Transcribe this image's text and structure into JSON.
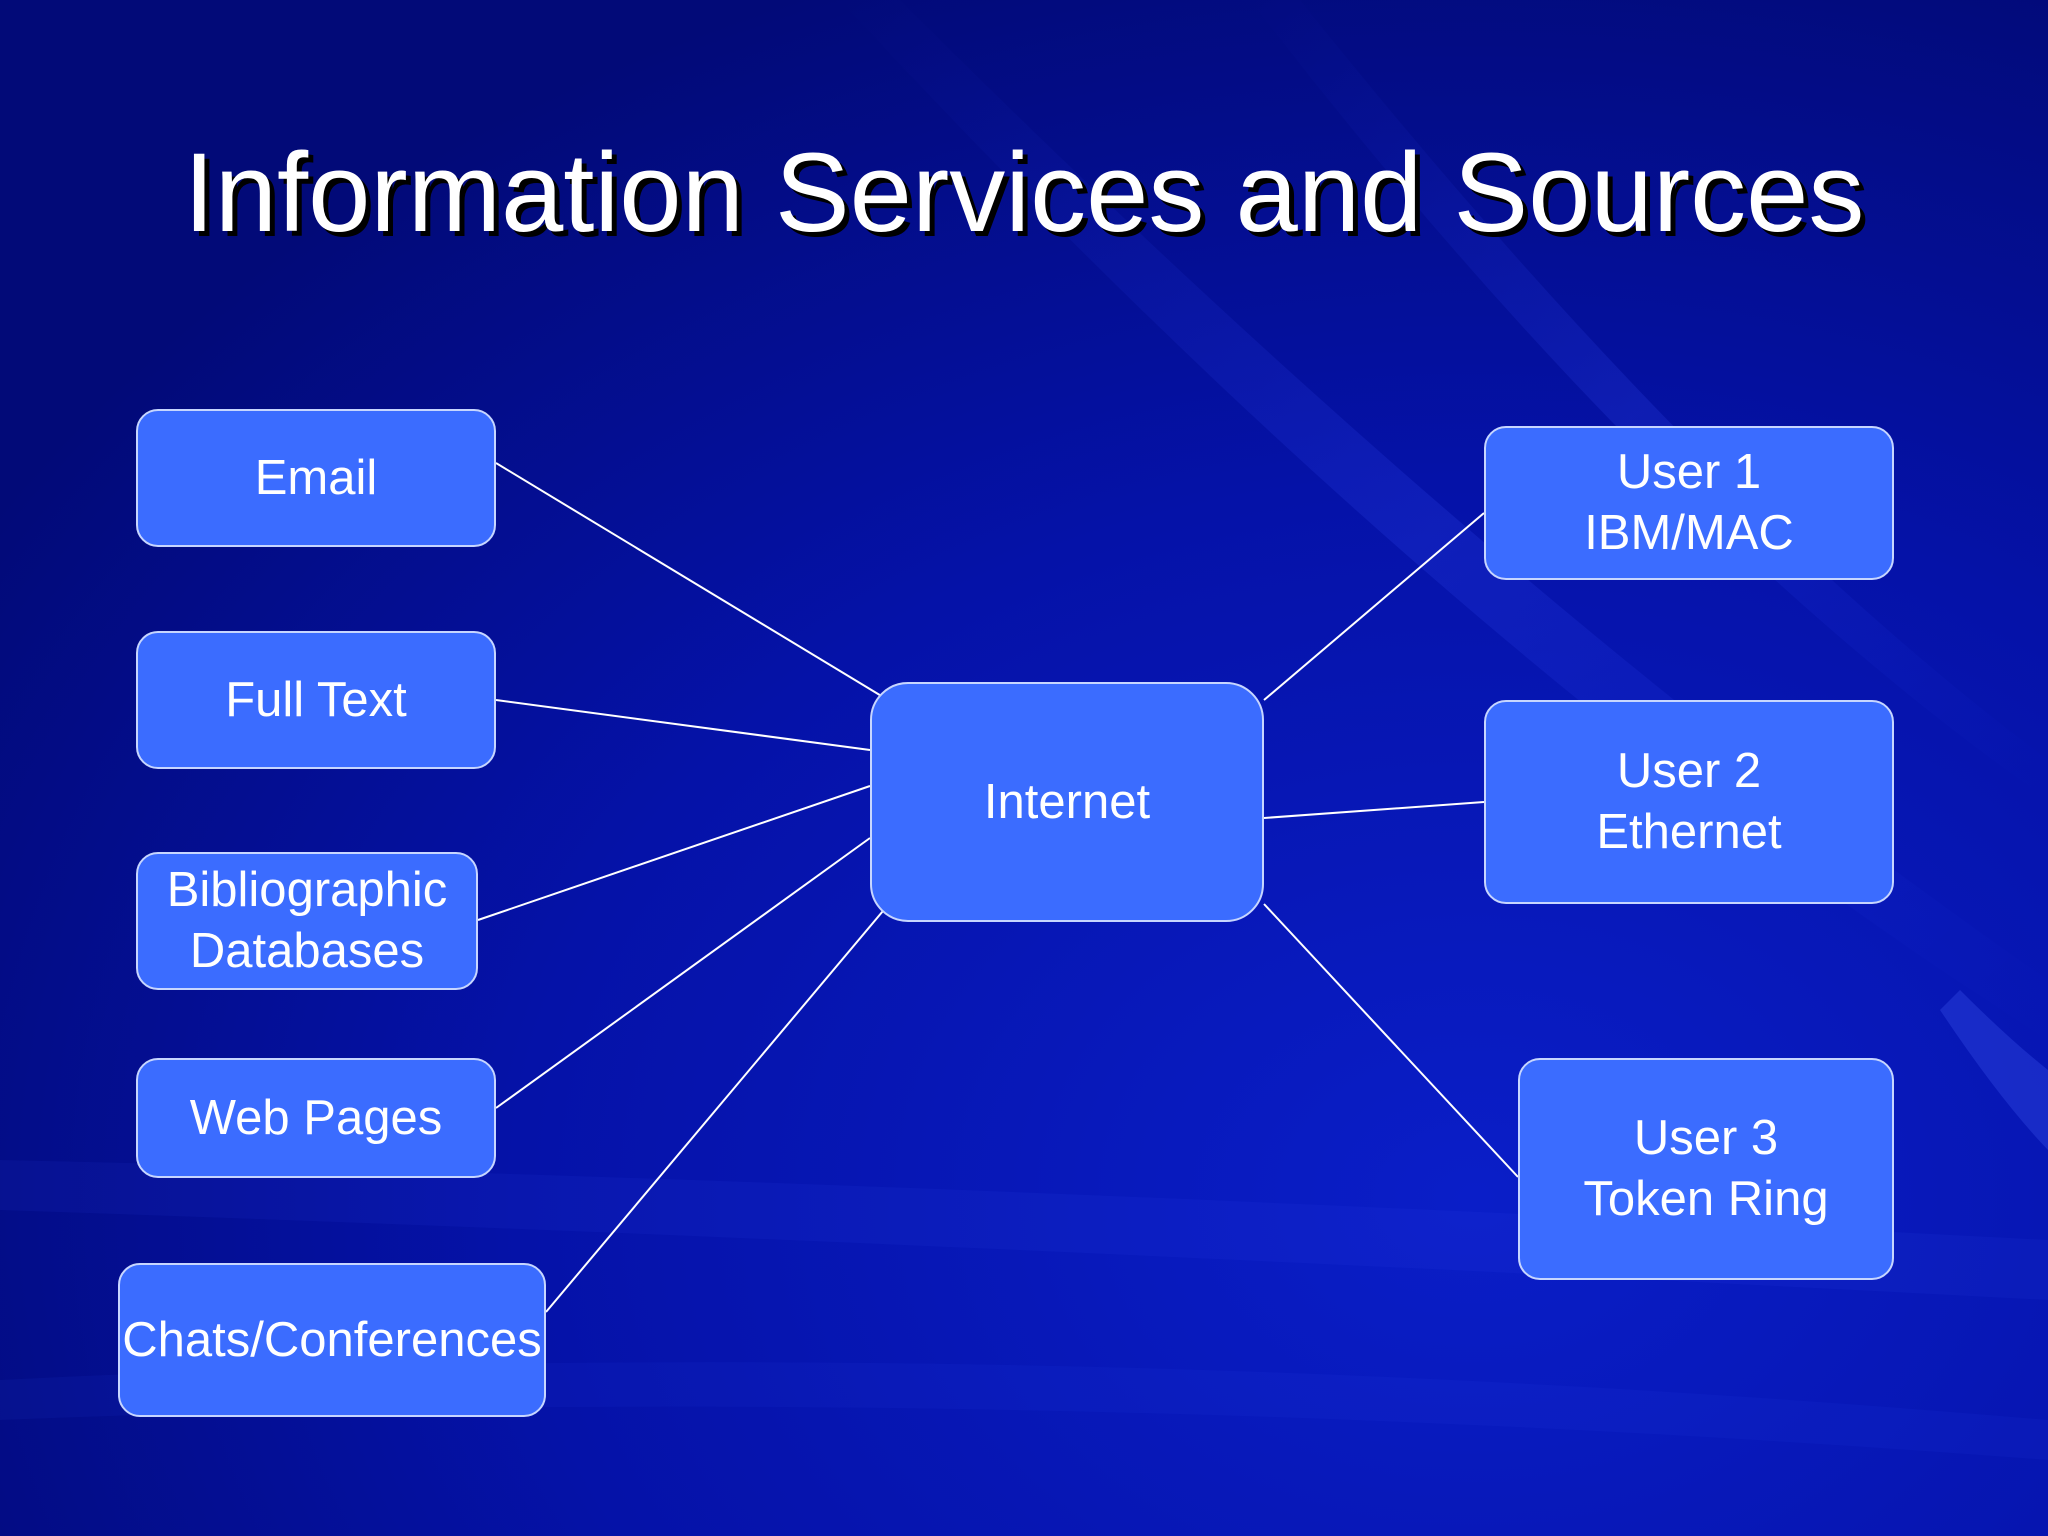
{
  "slide": {
    "title": "Information Services and Sources"
  },
  "diagram": {
    "center": {
      "label": "Internet"
    },
    "sources": [
      {
        "lines": [
          "Email"
        ]
      },
      {
        "lines": [
          "Full Text"
        ]
      },
      {
        "lines": [
          "Bibliographic",
          "Databases"
        ]
      },
      {
        "lines": [
          "Web Pages"
        ]
      },
      {
        "lines": [
          "Chats/Conferences"
        ]
      }
    ],
    "users": [
      {
        "lines": [
          "User 1",
          "IBM/MAC"
        ]
      },
      {
        "lines": [
          "User 2",
          "Ethernet"
        ]
      },
      {
        "lines": [
          "User 3",
          "Token Ring"
        ]
      }
    ]
  },
  "colors": {
    "background": "#000a9a",
    "box_fill": "#3b6cff",
    "box_border": "#c7d6ff",
    "connector": "#ffffff",
    "text": "#ffffff"
  }
}
